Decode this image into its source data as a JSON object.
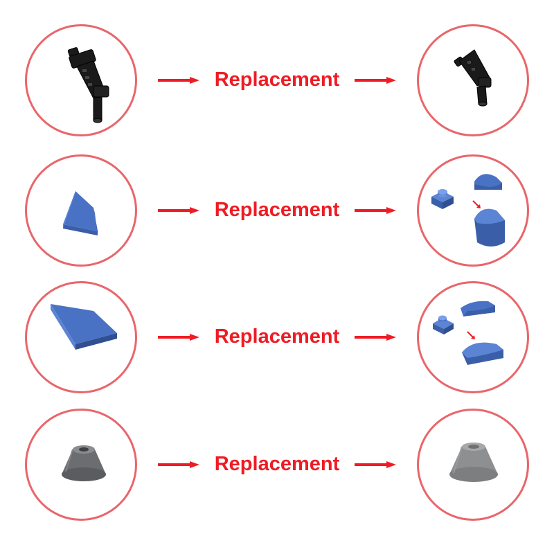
{
  "rows": [
    {
      "label": "Replacement",
      "left_item": "black-blaster-part",
      "right_item": "black-blaster-part-alt"
    },
    {
      "label": "Replacement",
      "left_item": "blue-wedge-tile",
      "right_item": "blue-plate-and-curved-slope-assembly"
    },
    {
      "label": "Replacement",
      "left_item": "blue-long-wedge-tile",
      "right_item": "blue-plate-and-curved-slope-assembly"
    },
    {
      "label": "Replacement",
      "left_item": "dark-gray-cone",
      "right_item": "light-gray-cone"
    }
  ],
  "colors": {
    "circle_border": "#e8666b",
    "arrow_and_text": "#ee1c24",
    "part_blue": "#4a72c4",
    "part_black": "#1a1a1a",
    "part_dark_gray": "#6b6d70",
    "part_light_gray": "#8e8f91"
  }
}
